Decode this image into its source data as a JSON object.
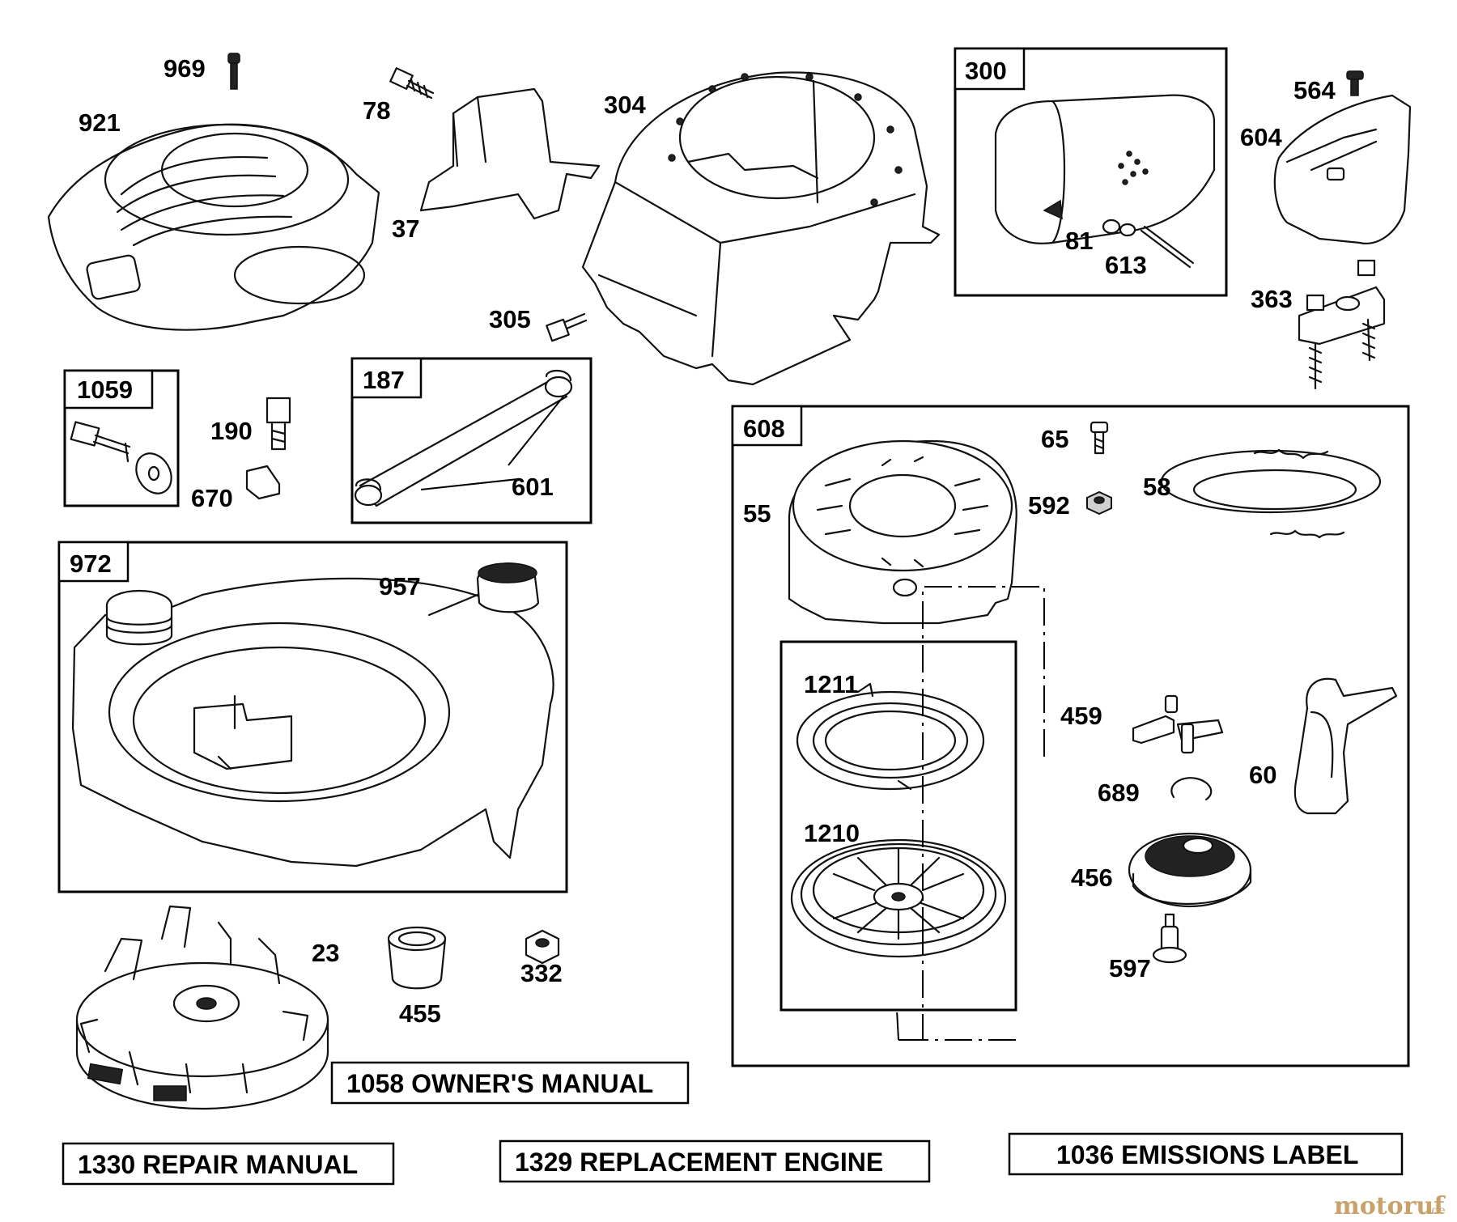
{
  "callouts": {
    "p969": "969",
    "p921": "921",
    "p78": "78",
    "p37": "37",
    "p304": "304",
    "p300": "300",
    "p81": "81",
    "p613": "613",
    "p564": "564",
    "p604": "604",
    "p363": "363",
    "p305": "305",
    "p1059": "1059",
    "p190": "190",
    "p670": "670",
    "p187": "187",
    "p601": "601",
    "p608": "608",
    "p65": "65",
    "p55": "55",
    "p592": "592",
    "p58": "58",
    "p972": "972",
    "p957": "957",
    "p1211": "1211",
    "p459": "459",
    "p60": "60",
    "p689": "689",
    "p1210": "1210",
    "p456": "456",
    "p23": "23",
    "p455": "455",
    "p332": "332",
    "p597": "597"
  },
  "labels": {
    "owners_manual": "1058 OWNER'S MANUAL",
    "repair_manual": "1330 REPAIR MANUAL",
    "replacement_engine": "1329 REPLACEMENT ENGINE",
    "emissions_label": "1036 EMISSIONS LABEL"
  },
  "watermark": {
    "brand": "motoruf",
    "suffix": ".de"
  }
}
